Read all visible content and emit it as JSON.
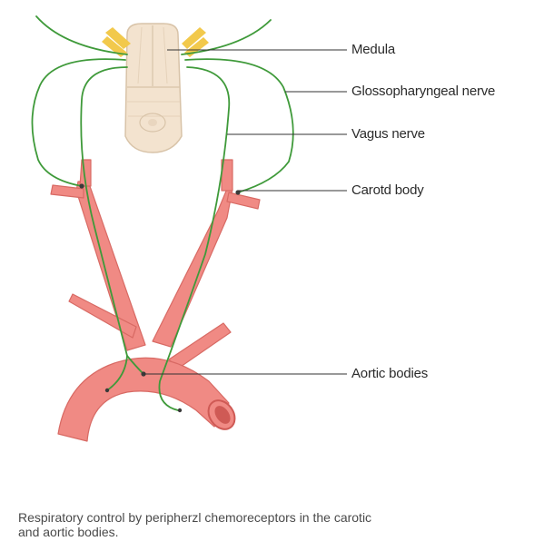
{
  "labels": {
    "medula": "Medula",
    "glossopharyngeal": "Glossopharyngeal nerve",
    "vagus": "Vagus nerve",
    "carotid": "Carotd body",
    "aortic": "Aortic bodies"
  },
  "caption": {
    "line1": "Respiratory control by peripherzl chemoreceptors in the carotic",
    "line2": "and aortic bodies."
  },
  "colors": {
    "artery": "#f08a84",
    "artery_dark": "#cf5a55",
    "nerve": "#3f9a3a",
    "medulla": "#f3e3cf",
    "roots": "#f2c94c",
    "leader": "#333333"
  }
}
